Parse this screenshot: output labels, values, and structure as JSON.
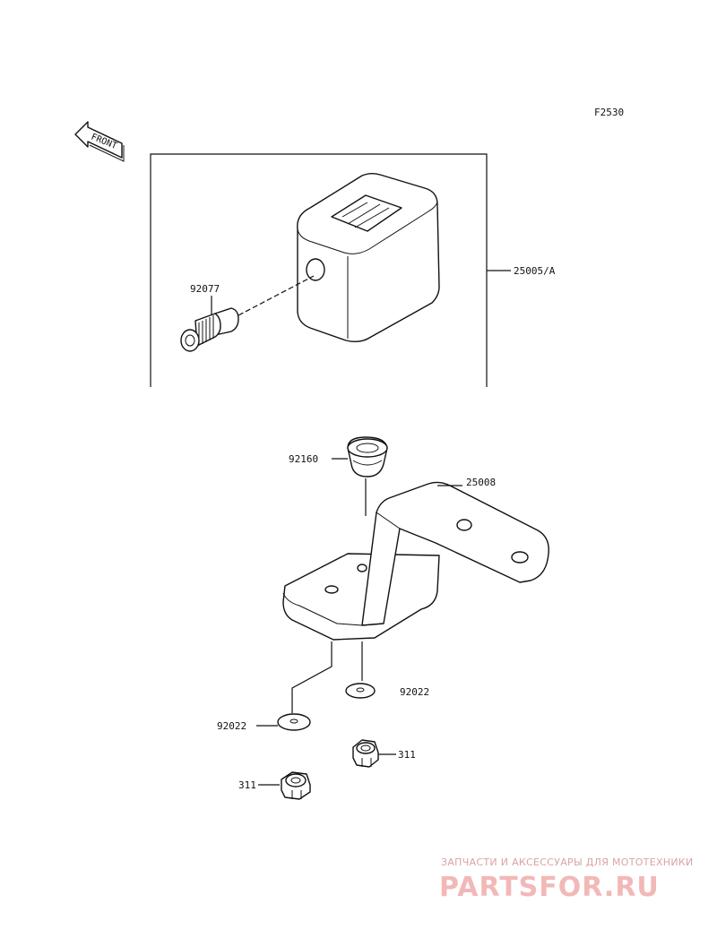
{
  "diagram": {
    "figure_code": "F2530",
    "front_label": "FRONT",
    "parts": [
      {
        "number": "25005/A",
        "name": "meter-housing"
      },
      {
        "number": "92077",
        "name": "bulb-socket"
      },
      {
        "number": "92160",
        "name": "grommet"
      },
      {
        "number": "25008",
        "name": "meter-bracket"
      },
      {
        "number": "92022",
        "name": "washer"
      },
      {
        "number": "311",
        "name": "nut"
      }
    ],
    "labels": {
      "housing": "25005/A",
      "socket": "92077",
      "grommet": "92160",
      "bracket": "25008",
      "washer_right": "92022",
      "washer_left": "92022",
      "nut_right": "311",
      "nut_left": "311"
    }
  },
  "watermark": {
    "tagline": "ЗАПЧАСТИ И АКСЕССУАРЫ ДЛЯ МОТОТЕХНИКИ",
    "brand": "PARTSFOR.RU",
    "color": "#f2b8b8"
  }
}
